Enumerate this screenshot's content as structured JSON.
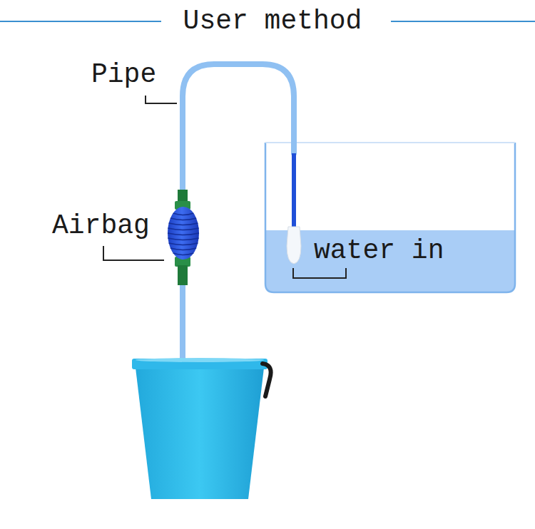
{
  "diagram": {
    "title": "User method",
    "labels": [
      "Pipe",
      "Airbag",
      "water in"
    ]
  }
}
